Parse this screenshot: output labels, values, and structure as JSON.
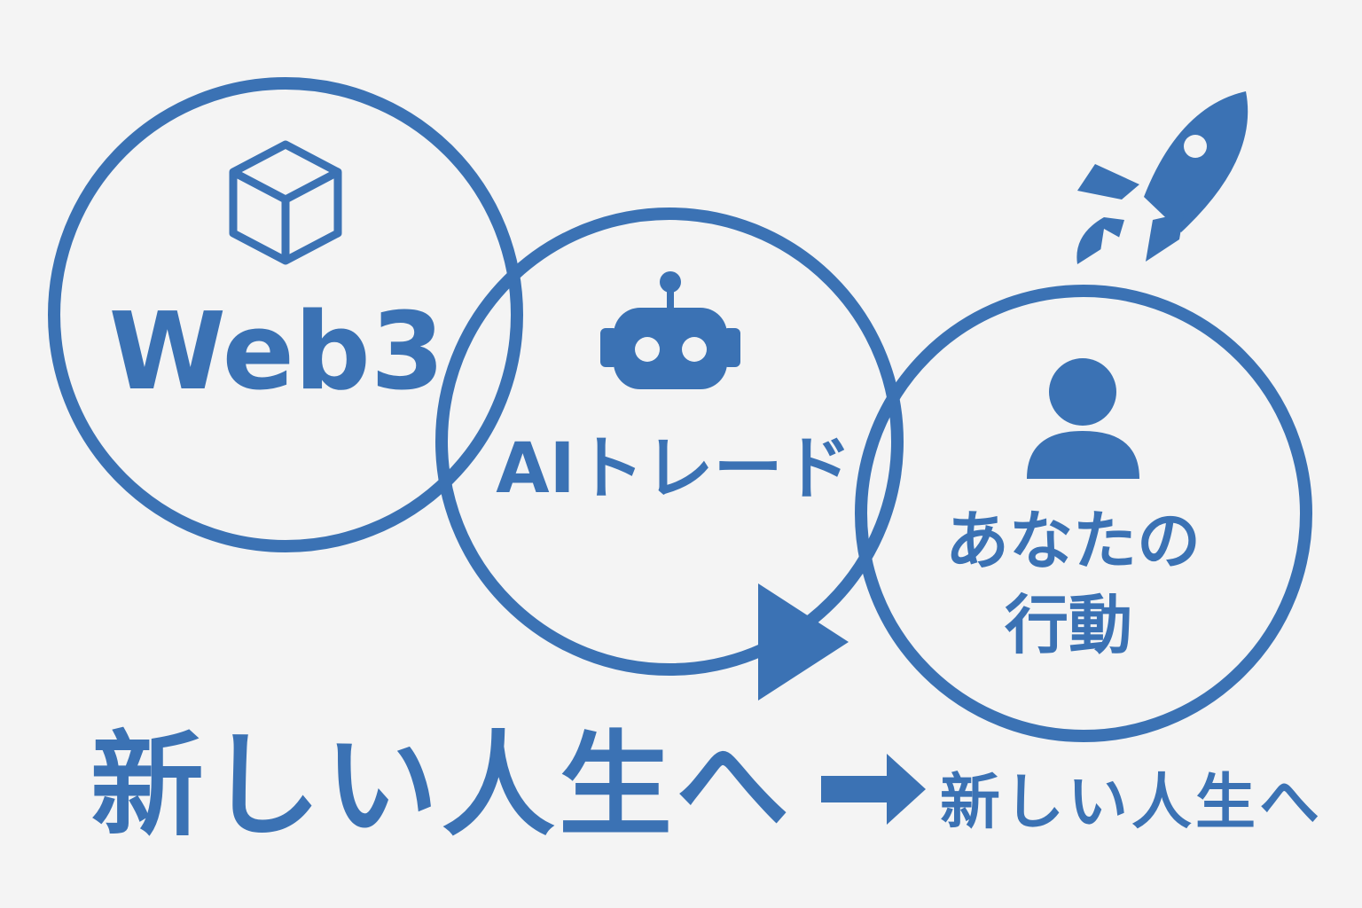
{
  "accent_color": "#3b72b4",
  "circles": [
    {
      "label": "Web3",
      "icon": "cube-icon"
    },
    {
      "label": "AIトレード",
      "icon": "robot-icon"
    },
    {
      "label_line1": "あなたの",
      "label_line2": "行動",
      "icon": "person-icon"
    }
  ],
  "decorations": {
    "rocket": "rocket-icon",
    "flow_arrow": "triangle-arrow-icon"
  },
  "footer": {
    "main_text": "新しい人生へ",
    "arrow": "right-arrow-icon",
    "secondary_text": "新しい人生へ"
  }
}
